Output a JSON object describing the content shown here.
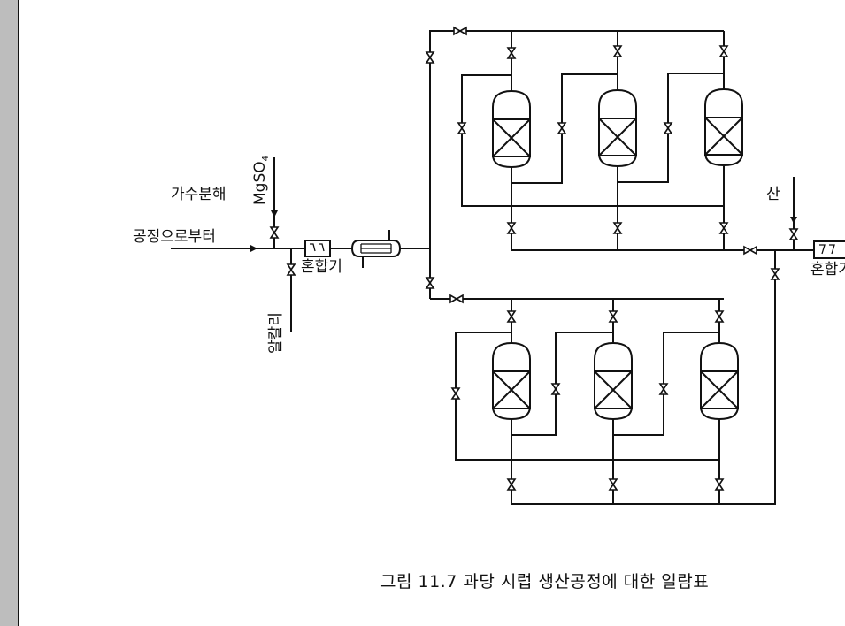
{
  "figure": {
    "caption": "그림 11.7 과당 시럽 생산공정에 대한 일람표",
    "labels": {
      "feed_line1": "가수분해",
      "feed_line2": "공정으로부터",
      "mgso4": "MgSO",
      "mgso4_sub": "4",
      "mixer_left": "혼합기",
      "alkali": "알칼리",
      "acid": "산",
      "mixer_right": "혼합기"
    }
  }
}
